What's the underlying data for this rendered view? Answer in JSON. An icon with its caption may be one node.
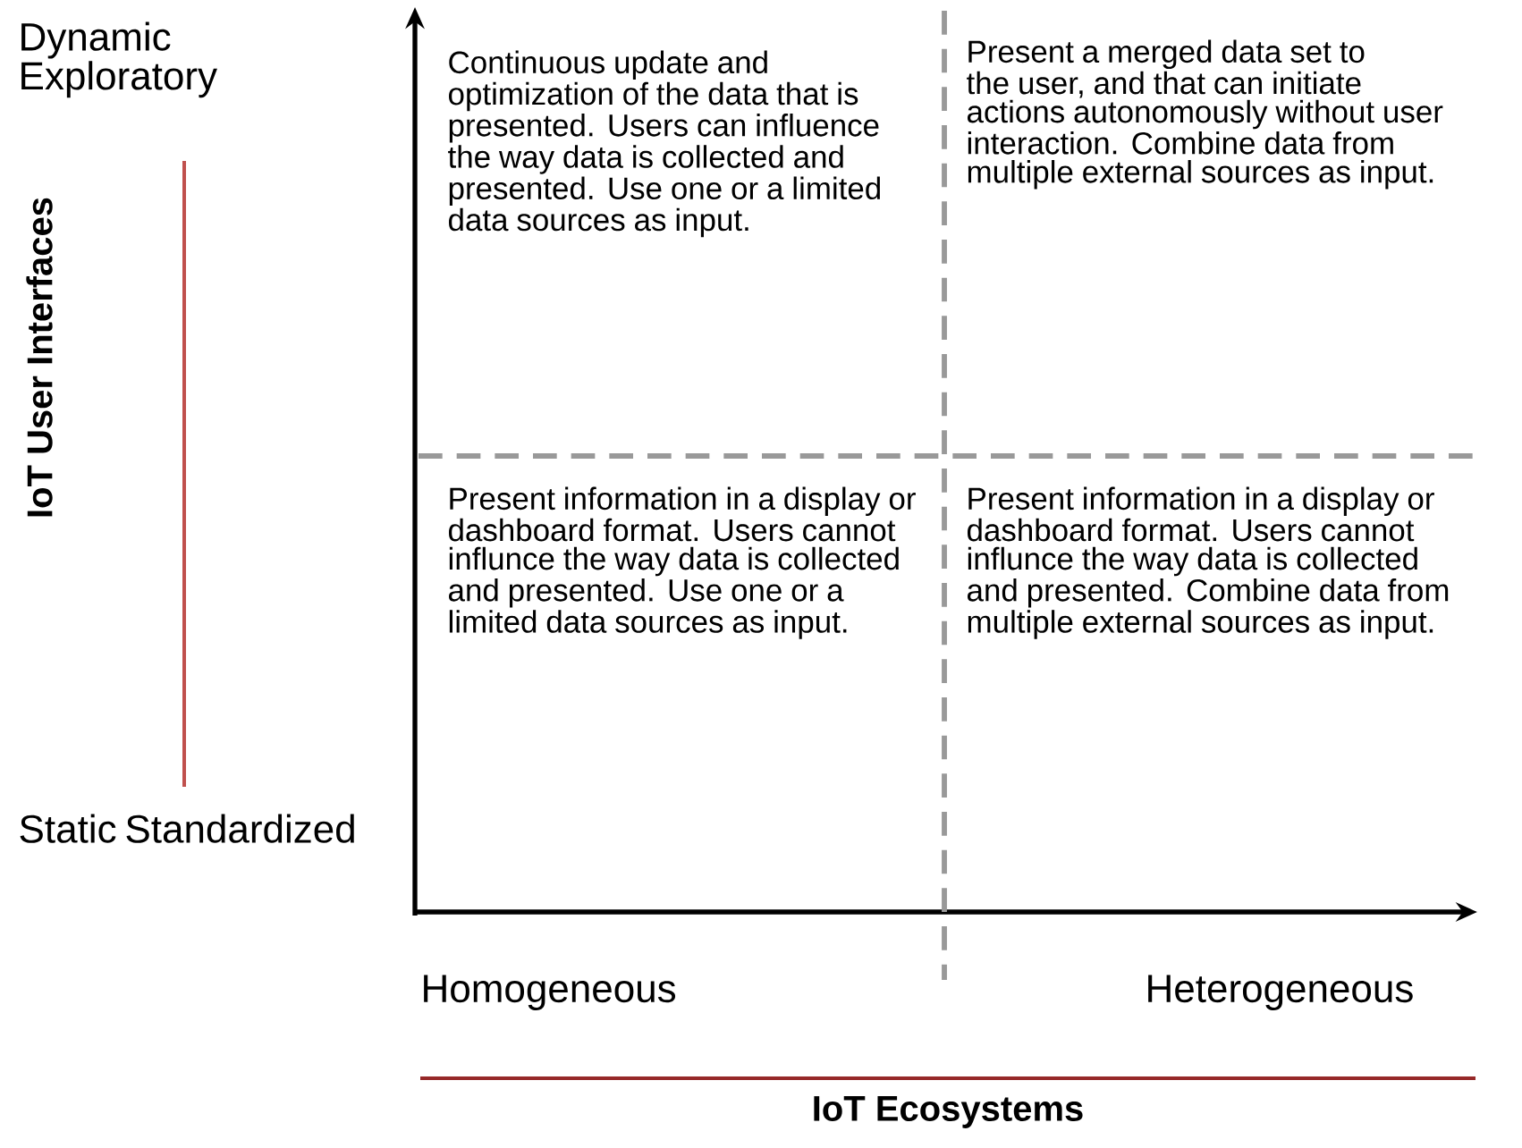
{
  "diagram": {
    "labels": [
      "Dynamic Exploratory",
      "Continuous update and optimization of the data that is presented. Users can influence the way data is collected and presented. Use one or a limited data sources as input.",
      "Present a merged data set to the user, and that can initiate actions autonomously without user interaction. Combine data from multiple external sources as input.",
      "IoT User Interfaces",
      "Present information in a display or dashboard format. Users cannot influnce the way data is collected and presented. Use one or a limited data sources as input.",
      "Present information in a display or dashboard format. Users cannot influnce the way data is collected and presented. Combine data from multiple external sources as input.",
      "Static Standardized",
      "Homogeneous",
      "Heterogeneous",
      "IoT Ecosystems"
    ]
  }
}
